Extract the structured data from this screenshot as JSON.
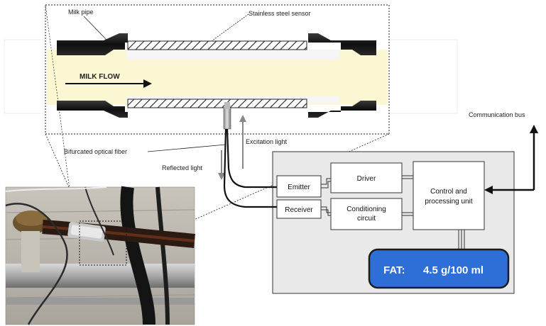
{
  "labels": {
    "milk_pipe": "Milk pipe",
    "stainless_sensor": "Stainless steel sensor",
    "milk_flow": "MILK FLOW",
    "excitation_light": "Excitation light",
    "bifurcated_fiber": "Bifurcated optical fiber",
    "reflected_light": "Reflected light",
    "communication_bus": "Communication bus"
  },
  "blocks": {
    "emitter": "Emitter",
    "receiver": "Receiver",
    "driver": "Driver",
    "conditioning": [
      "Conditioning",
      "circuit"
    ],
    "control": [
      "Control and",
      "processing unit"
    ]
  },
  "display": {
    "fat_label": "FAT:",
    "fat_value": "4.5 g/100 ml"
  },
  "colors": {
    "milk": "#fbf7d2",
    "pipe": "#111111",
    "sensor_box": "#e9e9e9",
    "display": "#2d6fd6",
    "display_border": "#1c1c1c"
  }
}
